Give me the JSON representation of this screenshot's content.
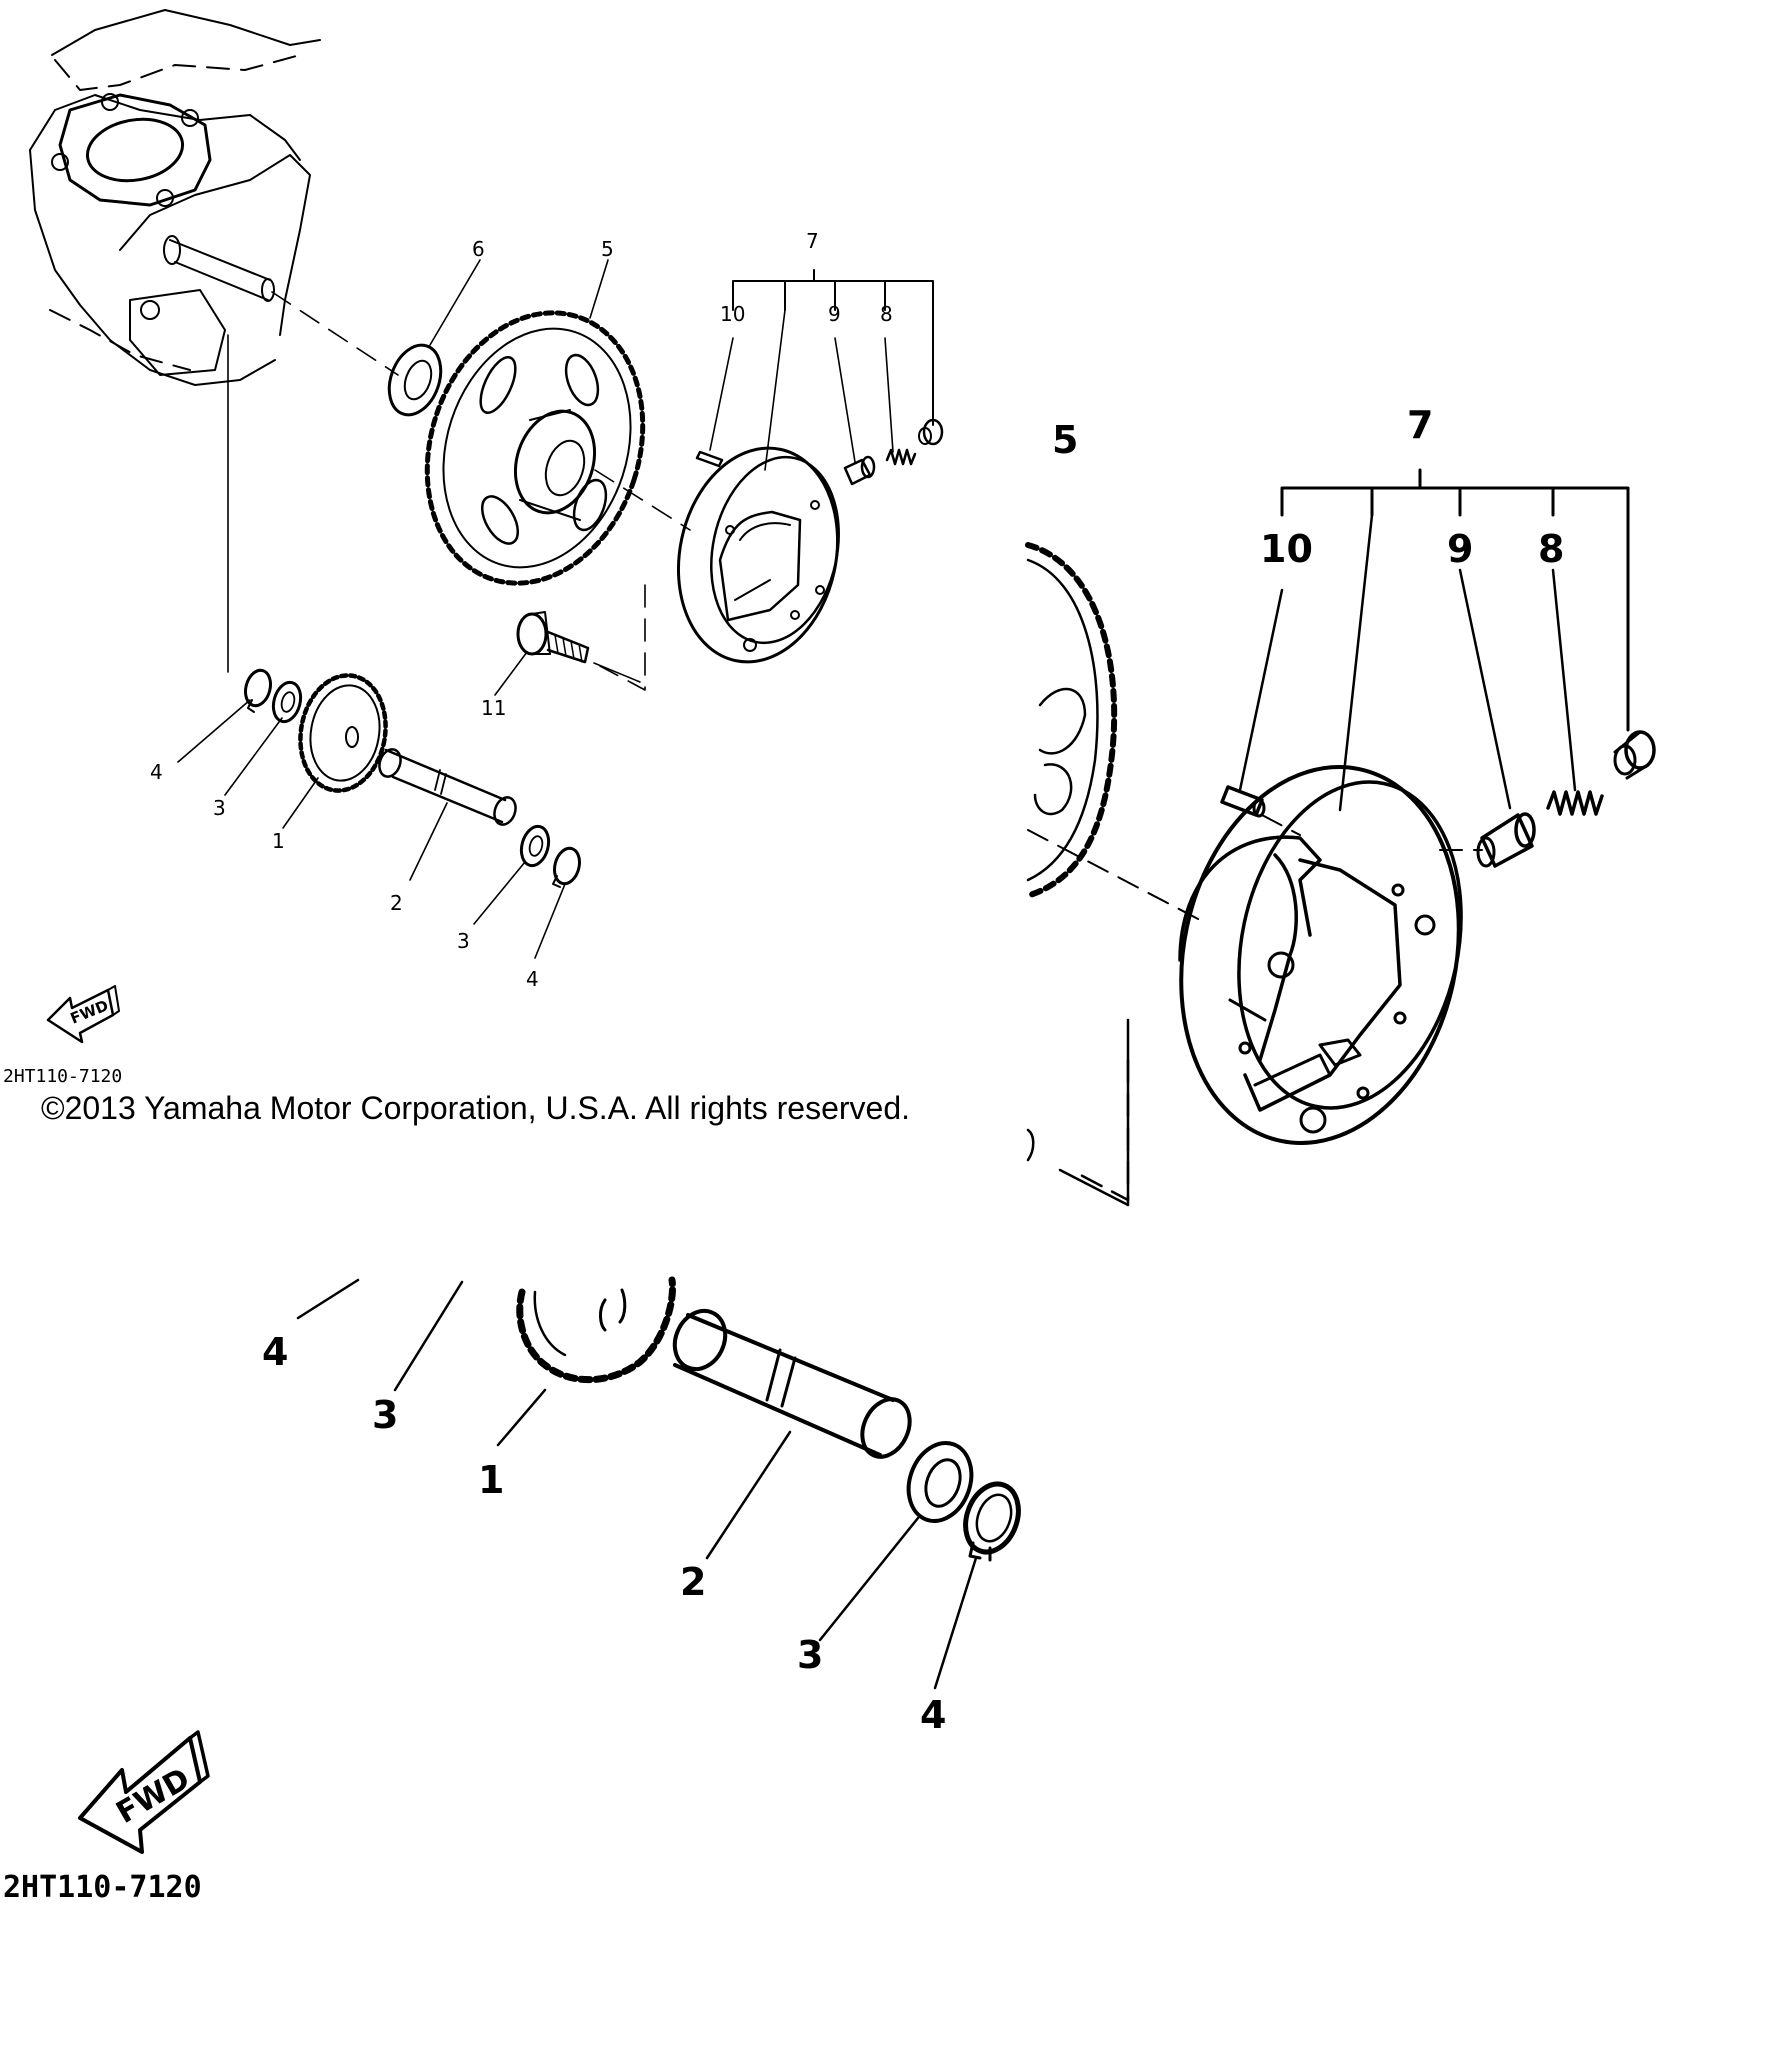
{
  "copyright": "©2013 Yamaha Motor Corporation, U.S.A. All rights reserved.",
  "diagram_code": "2HT110-7120",
  "fwd_label": "FWD",
  "labels": {
    "overview": {
      "p1": "1",
      "p2": "2",
      "p3a": "3",
      "p3b": "3",
      "p4a": "4",
      "p4b": "4",
      "p5": "5",
      "p6": "6",
      "p7": "7",
      "p8": "8",
      "p9": "9",
      "p10": "10",
      "p11": "11"
    },
    "zoom_right": {
      "p5": "5",
      "p7": "7",
      "p8": "8",
      "p9": "9",
      "p10": "10"
    },
    "zoom_bottom": {
      "p1": "1",
      "p2": "2",
      "p3a": "3",
      "p3b": "3",
      "p4a": "4",
      "p4b": "4"
    }
  }
}
